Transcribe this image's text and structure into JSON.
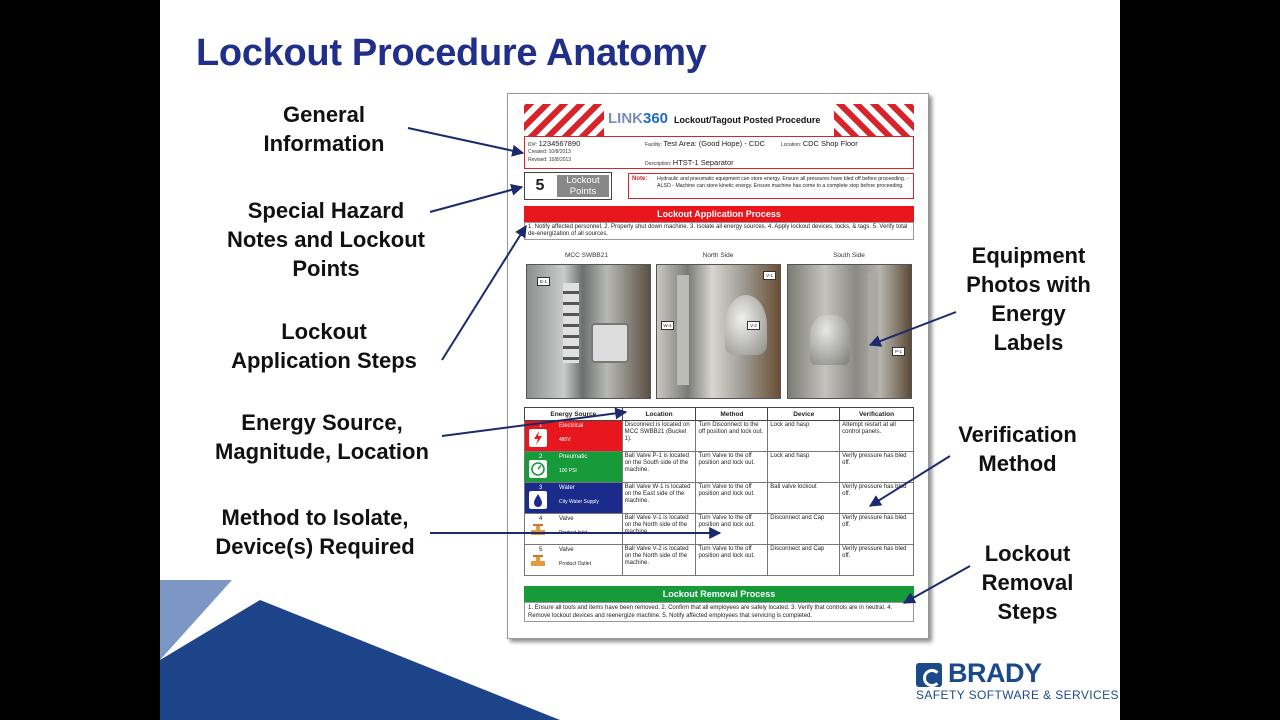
{
  "slide": {
    "title": "Lockout Procedure Anatomy"
  },
  "callouts": [
    {
      "id": "general-information",
      "lines": [
        "General",
        "Information"
      ]
    },
    {
      "id": "special-hazard",
      "lines": [
        "Special Hazard",
        "Notes and Lockout",
        "Points"
      ]
    },
    {
      "id": "application-steps",
      "lines": [
        "Lockout",
        "Application Steps"
      ]
    },
    {
      "id": "energy-source",
      "lines": [
        "Energy Source,",
        "Magnitude, Location"
      ]
    },
    {
      "id": "method-isolate",
      "lines": [
        "Method to Isolate,",
        "Device(s) Required"
      ]
    },
    {
      "id": "equipment-photos",
      "lines": [
        "Equipment",
        "Photos with",
        "Energy",
        "Labels"
      ]
    },
    {
      "id": "verification-method",
      "lines": [
        "Verification",
        "Method"
      ]
    },
    {
      "id": "removal-steps",
      "lines": [
        "Lockout",
        "Removal",
        "Steps"
      ]
    }
  ],
  "brand": {
    "name": "BRADY",
    "tagline": "SAFETY SOFTWARE & SERVICES"
  },
  "doc": {
    "logo_a": "LINK",
    "logo_b": "360",
    "heading": "Lockout/Tagout Posted Procedure",
    "info": {
      "id_label": "ID#:",
      "id_value": "1234567890",
      "created_label": "Created:",
      "created_value": "10/8/2013",
      "revised_label": "Revised:",
      "revised_value": "10/8/2013",
      "facility_label": "Facility:",
      "facility_value": "Test Area: (Good Hope) - CDC",
      "location_label": "Location:",
      "location_value": "CDC Shop Floor",
      "description_label": "Description:",
      "description_value": "HTST-1 Separator"
    },
    "points_count": "5",
    "points_label": "Lockout Points",
    "note_label": "Note:",
    "note_text": "Hydraulic and pneumatic equipment can store energy. Ensure all pressures have bled off before proceeding. - ALSO - Machine can store kinetic energy. Ensure machine has come to a complete stop before proceeding.",
    "application_title": "Lockout Application Process",
    "application_steps": "1. Notify affected personnel. 2. Properly shut down machine. 3. Isolate all energy sources. 4. Apply lockout devices, locks, & tags. 5. Verify total de-energization of all sources.",
    "photos": [
      {
        "caption": "MCC SWBB21",
        "tags": [
          "E-1"
        ]
      },
      {
        "caption": "North Side",
        "tags": [
          "V-1",
          "W-1",
          "V-2"
        ]
      },
      {
        "caption": "South Side",
        "tags": [
          "P-1"
        ]
      }
    ],
    "table": {
      "headers": [
        "Energy Source",
        "Location",
        "Method",
        "Device",
        "Verification"
      ],
      "rows": [
        {
          "index": "1",
          "source": "Electrical",
          "magnitude": "480V",
          "color": "#e8171e",
          "icon": "electrical-hazard-icon",
          "location": "Disconnect is located on MCC SWBB21 (Bucket 1).",
          "method": "Turn Disconnect to the off position and lock out.",
          "device": "Lock and hasp",
          "verification": "Attempt restart at all control panels."
        },
        {
          "index": "2",
          "source": "Pneumatic",
          "magnitude": "100 PSI",
          "color": "#179a3a",
          "icon": "pressure-gauge-icon",
          "location": "Ball Valve P-1 is located on the South side of the machine.",
          "method": "Turn Valve to the off position and lock out.",
          "device": "Lock and hasp",
          "verification": "Verify pressure has bled off."
        },
        {
          "index": "3",
          "source": "Water",
          "magnitude": "City Water Supply",
          "color": "#1a2b8c",
          "icon": "water-drop-icon",
          "location": "Ball Valve W-1 is located on the East side of the machine.",
          "method": "Turn Valve to the off position and lock out.",
          "device": "Ball valve lockout",
          "verification": "Verify pressure has bled off."
        },
        {
          "index": "4",
          "source": "Valve",
          "magnitude": "Product Inlet",
          "color": "#ffffff",
          "icon": "valve-icon",
          "location": "Ball Valve V-1 is located on the North side of the machine.",
          "method": "Turn Valve to the off position and lock out.",
          "device": "Disconnect and Cap",
          "verification": "Verify pressure has bled off."
        },
        {
          "index": "5",
          "source": "Valve",
          "magnitude": "Product Outlet",
          "color": "#ffffff",
          "icon": "valve-icon",
          "location": "Ball Valve V-2 is located on the North side of the machine.",
          "method": "Turn Valve to the off position and lock out.",
          "device": "Disconnect and Cap",
          "verification": "Verify pressure has bled off."
        }
      ]
    },
    "removal_title": "Lockout Removal Process",
    "removal_steps": "1. Ensure all tools and items have been removed. 2. Confirm that all employees are safely located. 3. Verify that controls are in neutral. 4. Remove lockout devices and reenergize machine. 5. Notify affected employees that servicing is completed."
  }
}
